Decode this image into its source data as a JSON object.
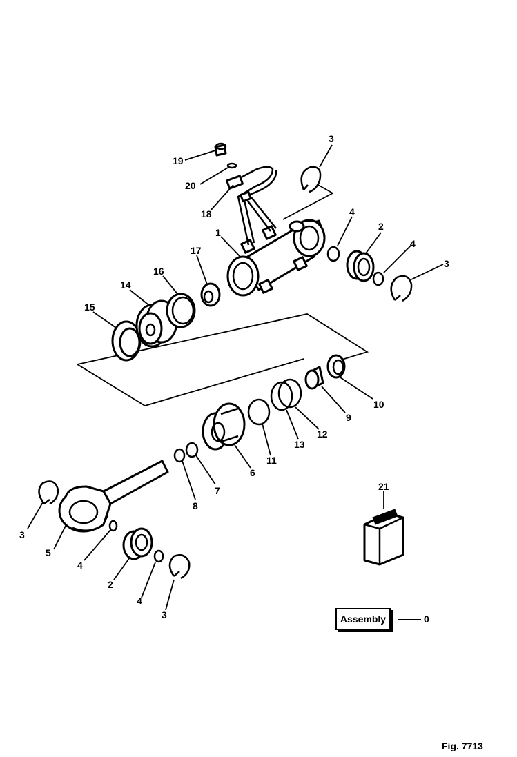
{
  "diagram": {
    "parts": [
      {
        "no": "1"
      },
      {
        "no": "2"
      },
      {
        "no": "3"
      },
      {
        "no": "4"
      },
      {
        "no": "5"
      },
      {
        "no": "6"
      },
      {
        "no": "7"
      },
      {
        "no": "8"
      },
      {
        "no": "9"
      },
      {
        "no": "10"
      },
      {
        "no": "11"
      },
      {
        "no": "12"
      },
      {
        "no": "13"
      },
      {
        "no": "14"
      },
      {
        "no": "15"
      },
      {
        "no": "16"
      },
      {
        "no": "17"
      },
      {
        "no": "18"
      },
      {
        "no": "19"
      },
      {
        "no": "20"
      },
      {
        "no": "21"
      }
    ],
    "assembly": {
      "label": "Assembly",
      "code": "0"
    },
    "figure_label": "Fig. 7713"
  }
}
